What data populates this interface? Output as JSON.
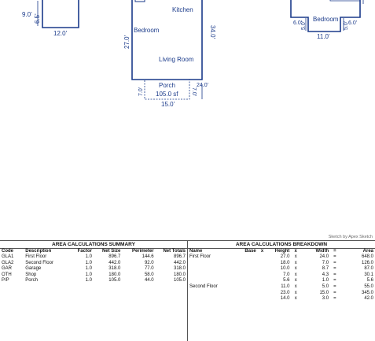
{
  "sketch": {
    "left_plan": {
      "dims": [
        "9.0'",
        "6.5'",
        "12.0'"
      ]
    },
    "middle_plan": {
      "rooms": [
        "Kitchen",
        "Bedroom",
        "Living Room"
      ],
      "dims": [
        "27.0'",
        "34.0'",
        "24.0'"
      ],
      "porch": {
        "label": "Porch",
        "area": "105.0 sf",
        "dims": [
          "7.0'",
          "7.0'",
          "15.0'"
        ]
      }
    },
    "right_plan": {
      "rooms": [
        "Bedroom"
      ],
      "dims": [
        "6.0'",
        "5.0'",
        "6.0'",
        "5.0'",
        "11.0'"
      ]
    },
    "credit": "Sketch by Apex Sketch"
  },
  "summary": {
    "title": "AREA CALCULATIONS SUMMARY",
    "headers": [
      "Code",
      "Description",
      "Factor",
      "Net Size",
      "Perimeter",
      "Net Totals"
    ],
    "rows": [
      [
        "GLA1",
        "First Floor",
        "1.0",
        "896.7",
        "144.6",
        "896.7"
      ],
      [
        "GLA2",
        "Second Floor",
        "1.0",
        "442.0",
        "92.0",
        "442.0"
      ],
      [
        "GAR",
        "Garage",
        "1.0",
        "318.0",
        "77.0",
        "318.0"
      ],
      [
        "OTH",
        "Shop",
        "1.0",
        "180.0",
        "58.0",
        "180.0"
      ],
      [
        "P/P",
        "Porch",
        "1.0",
        "105.0",
        "44.0",
        "105.0"
      ]
    ]
  },
  "breakdown": {
    "title": "AREA CALCULATIONS BREAKDOWN",
    "headers": [
      "Name",
      "Base",
      "x",
      "Height",
      "x",
      "Width",
      "=",
      "Area"
    ],
    "rows": [
      [
        "First Floor",
        "",
        "",
        "27.0",
        "x",
        "24.0",
        "=",
        "648.0"
      ],
      [
        "",
        "",
        "",
        "18.0",
        "x",
        "7.0",
        "=",
        "126.0"
      ],
      [
        "",
        "",
        "",
        "10.0",
        "x",
        "8.7",
        "=",
        "87.0"
      ],
      [
        "",
        "",
        "",
        "7.0",
        "x",
        "4.3",
        "=",
        "30.1"
      ],
      [
        "",
        "",
        "",
        "5.6",
        "x",
        "1.0",
        "=",
        "5.6"
      ],
      [
        "Second Floor",
        "",
        "",
        "11.0",
        "x",
        "5.0",
        "=",
        "55.0"
      ],
      [
        "",
        "",
        "",
        "23.0",
        "x",
        "15.0",
        "=",
        "345.0"
      ],
      [
        "",
        "",
        "",
        "14.0",
        "x",
        "3.0",
        "=",
        "42.0"
      ]
    ]
  }
}
